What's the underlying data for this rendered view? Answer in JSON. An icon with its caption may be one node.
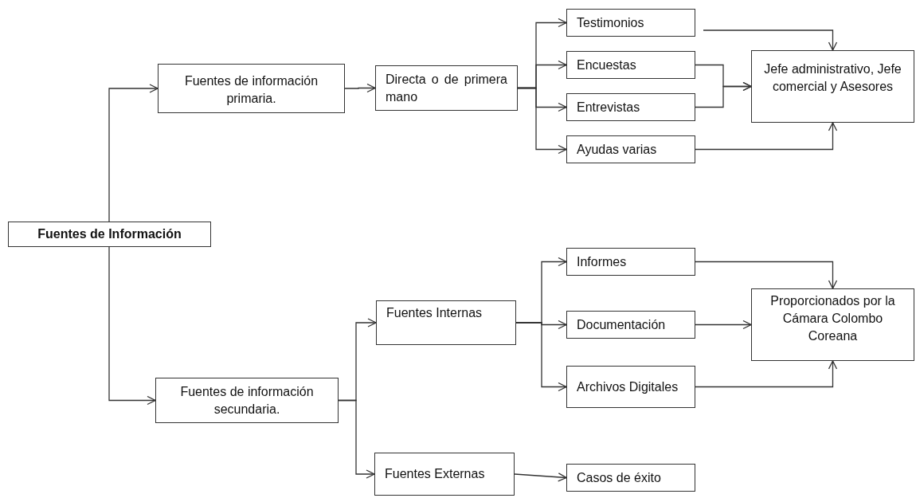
{
  "diagram": {
    "nodes": [
      {
        "text": [
          "Fuentes de Información"
        ]
      },
      {
        "text": [
          "Fuentes de información primaria."
        ]
      },
      {
        "text": [
          "Directa o de primera mano"
        ]
      },
      {
        "text": [
          "Testimonios"
        ]
      },
      {
        "text": [
          "Encuestas"
        ]
      },
      {
        "text": [
          "Entrevistas"
        ]
      },
      {
        "text": [
          "Ayudas varias"
        ]
      },
      {
        "text": [
          "Jefe administrativo, Jefe comercial y Asesores"
        ]
      },
      {
        "text": [
          "Fuentes de información secundaria."
        ]
      },
      {
        "text": [
          "Fuentes Internas"
        ]
      },
      {
        "text": [
          "Informes"
        ]
      },
      {
        "text": [
          "Documentación"
        ]
      },
      {
        "text": [
          "Archivos Digitales"
        ]
      },
      {
        "text": [
          "Proporcionados por la Cámara Colombo Coreana"
        ]
      },
      {
        "text": [
          "Fuentes Externas"
        ]
      },
      {
        "text": [
          "Casos de éxito"
        ]
      }
    ],
    "edges": [
      {
        "from": 0,
        "to": 1,
        "arrow": "to"
      },
      {
        "from": 0,
        "to": 8,
        "arrow": "to"
      },
      {
        "from": 1,
        "to": 2,
        "arrow": "to"
      },
      {
        "from": 2,
        "to": 3,
        "arrow": "to"
      },
      {
        "from": 2,
        "to": 4,
        "arrow": "to"
      },
      {
        "from": 2,
        "to": 5,
        "arrow": "to"
      },
      {
        "from": 2,
        "to": 6,
        "arrow": "to"
      },
      {
        "from": 3,
        "to": 7,
        "arrow": "to"
      },
      {
        "from": 4,
        "to": 7,
        "arrow": "to"
      },
      {
        "from": 5,
        "to": 7,
        "arrow": "to"
      },
      {
        "from": 6,
        "to": 7,
        "arrow": "to"
      },
      {
        "from": 8,
        "to": 9,
        "arrow": "to"
      },
      {
        "from": 8,
        "to": 14,
        "arrow": "to"
      },
      {
        "from": 9,
        "to": 10,
        "arrow": "to"
      },
      {
        "from": 9,
        "to": 11,
        "arrow": "to"
      },
      {
        "from": 9,
        "to": 12,
        "arrow": "to"
      },
      {
        "from": 10,
        "to": 13,
        "arrow": "to"
      },
      {
        "from": 11,
        "to": 13,
        "arrow": "to"
      },
      {
        "from": 12,
        "to": 13,
        "arrow": "to"
      },
      {
        "from": 14,
        "to": 15,
        "arrow": "to"
      }
    ]
  }
}
